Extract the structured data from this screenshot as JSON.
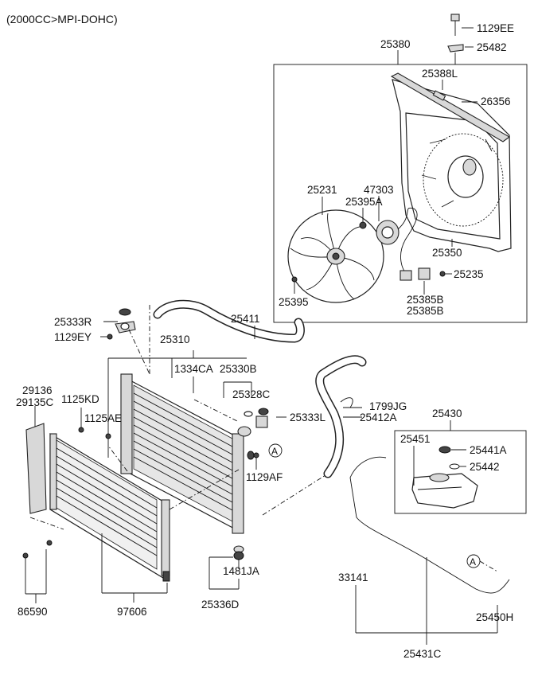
{
  "header": "(2000CC>MPI-DOHC)",
  "labels": {
    "p1129EE": "1129EE",
    "p25482": "25482",
    "p25380": "25380",
    "p25388L": "25388L",
    "p26356": "26356",
    "p25231": "25231",
    "p47303": "47303",
    "p25395A": "25395A",
    "p25350": "25350",
    "p25235": "25235",
    "p25395": "25395",
    "p25385B_1": "25385B",
    "p25385B_2": "25385B",
    "p25333R": "25333R",
    "p1129EY": "1129EY",
    "p25411": "25411",
    "p25310": "25310",
    "p1334CA": "1334CA",
    "p25330B": "25330B",
    "p29136": "29136",
    "p29135C": "29135C",
    "p1125KD": "1125KD",
    "p25328C": "25328C",
    "p1799JG": "1799JG",
    "p25333L": "25333L",
    "p25412A": "25412A",
    "p1125AE": "1125AE",
    "p25430": "25430",
    "p25451": "25451",
    "p25441A": "25441A",
    "p25442": "25442",
    "p1129AF": "1129AF",
    "p1481JA": "1481JA",
    "p33141": "33141",
    "p86590": "86590",
    "p97606": "97606",
    "p25336D": "25336D",
    "p25450H": "25450H",
    "p25431C": "25431C",
    "markerA1": "A",
    "markerA2": "A"
  }
}
